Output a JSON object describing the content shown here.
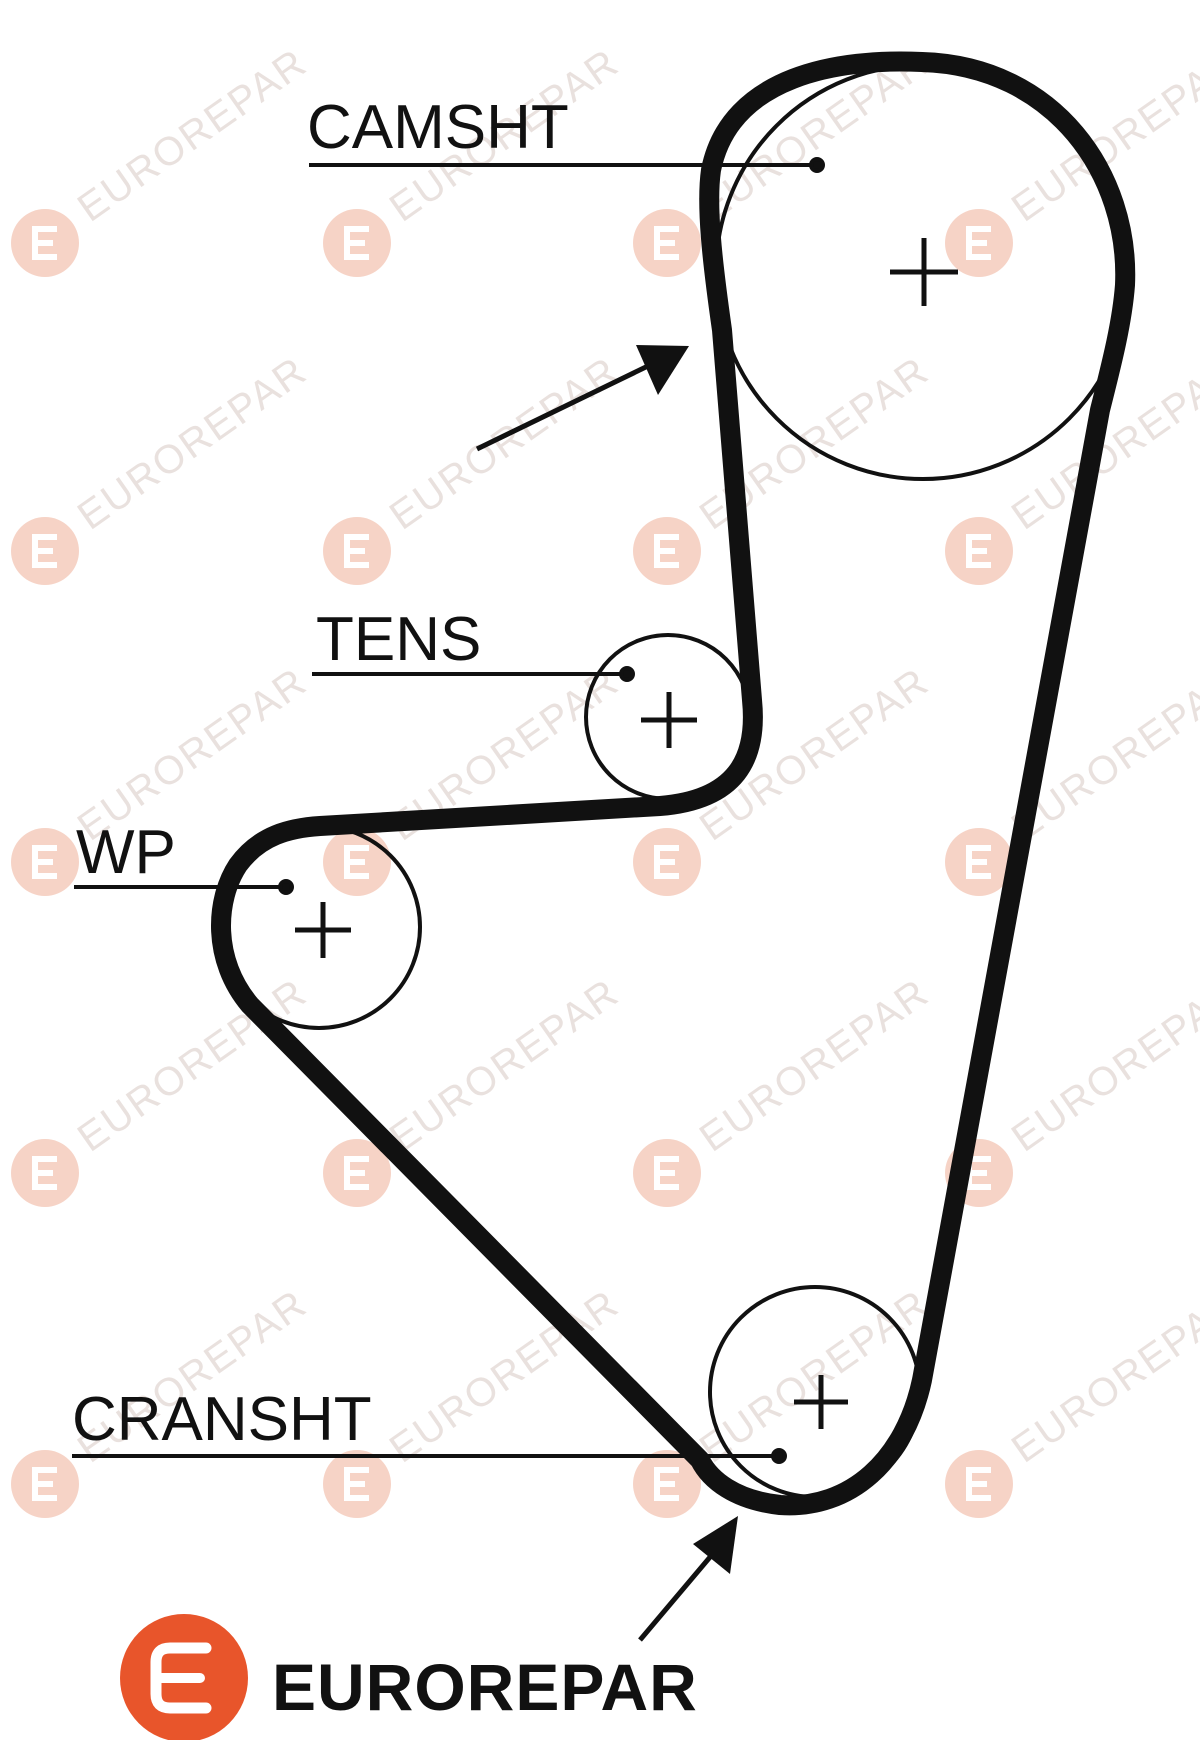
{
  "labels": {
    "camshaft": "CAMSHT",
    "tensioner": "TENS",
    "water_pump": "WP",
    "crankshaft": "CRANSHT"
  },
  "brand": {
    "name": "EUROREPAR",
    "logo_icon": "eurorepar-e-logo-icon",
    "logo_color": "#e8552b"
  },
  "watermark": {
    "text": "EUROREPAR"
  },
  "colors": {
    "belt": "#111111",
    "watermark_text": "#e9e1de",
    "watermark_logo": "#f6d3c6"
  }
}
